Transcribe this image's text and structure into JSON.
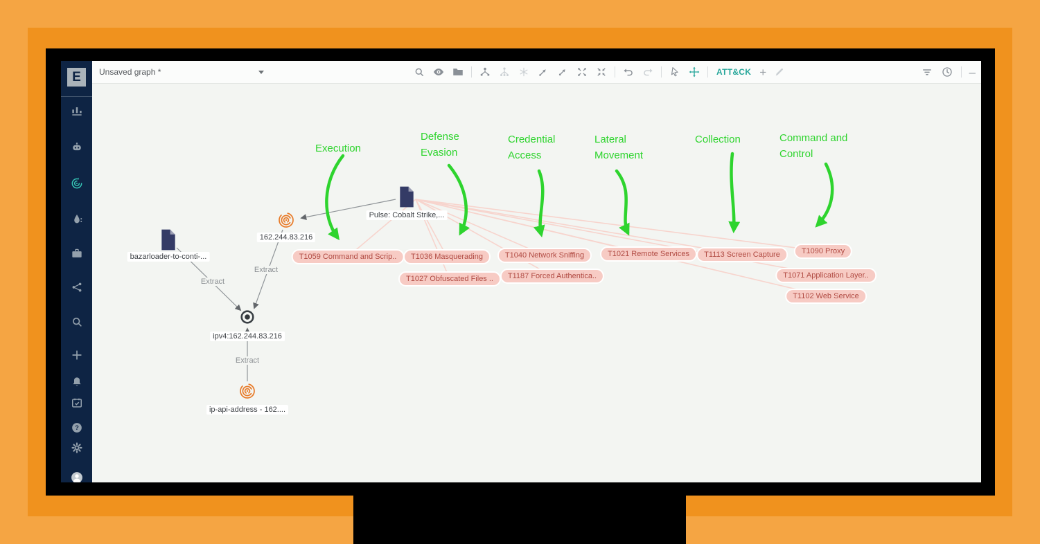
{
  "app": {
    "logo_letter": "E",
    "graph_title": "Unsaved graph *",
    "attack_button_label": "ATT&CK"
  },
  "icons": {
    "sidebar": [
      "analytics",
      "robot",
      "graph-intel",
      "threat-flame",
      "briefcase",
      "share-nodes",
      "search",
      "add",
      "notifications",
      "tasks-calendar",
      "help",
      "settings",
      "user-avatar"
    ],
    "toolbar": [
      "search",
      "eye",
      "folder",
      "hierarchy-layout",
      "tree-layout",
      "radial-layout",
      "select-drag",
      "expand-arrow",
      "spread-nodes",
      "collapse-nodes",
      "undo",
      "redo",
      "pointer",
      "move",
      "add",
      "annotate-pen",
      "filter",
      "history-clock",
      "minimize"
    ]
  },
  "canvas": {
    "tactics": [
      "Execution",
      "Defense Evasion",
      "Credential Access",
      "Lateral Movement",
      "Collection",
      "Command and Control"
    ],
    "techniques": [
      "T1059 Command and Scrip..",
      "T1036 Masquerading",
      "T1040 Network Sniffing",
      "T1021 Remote Services",
      "T1113 Screen Capture",
      "T1090 Proxy",
      "T1027 Obfuscated Files ..",
      "T1187 Forced Authentica..",
      "T1071 Application Layer..",
      "T1102 Web Service"
    ],
    "nodes": [
      {
        "label": "Pulse: Cobalt Strike,...",
        "type": "report"
      },
      {
        "label": "162.244.83.216",
        "type": "enrichment-extract"
      },
      {
        "label": "bazarloader-to-conti-...",
        "type": "report"
      },
      {
        "label": "ipv4:162.244.83.216",
        "type": "observable"
      },
      {
        "label": "ip-api-address - 162....",
        "type": "enrichment-extract"
      }
    ],
    "edge_label": "Extract"
  },
  "colors": {
    "frame_outer_orange": "#f5a543",
    "frame_inner_orange": "#f0921e",
    "sidebar_navy": "#0e2444",
    "accent_teal": "#26a69a",
    "annotation_green": "#2ed42e",
    "technique_pill_bg": "#f7cbc4",
    "technique_pill_text": "#b14b43",
    "technique_edge_pink": "#f7d4cd",
    "fingerprint_orange": "#e87a28",
    "report_node_navy": "#343b66"
  }
}
